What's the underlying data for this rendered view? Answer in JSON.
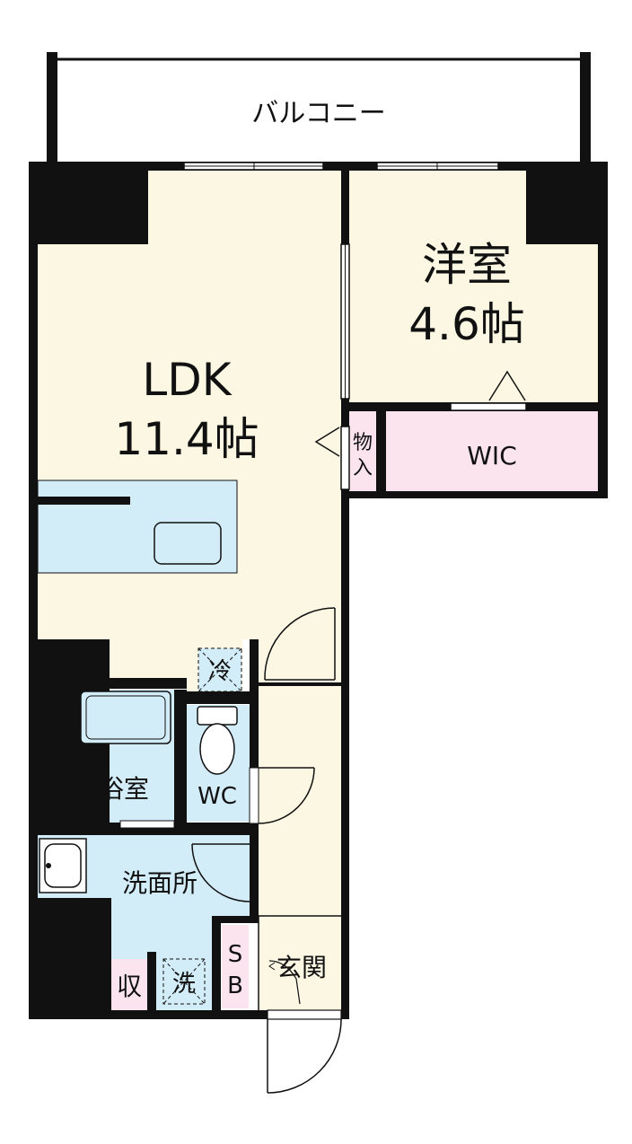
{
  "balcony": {
    "label": "バルコニー"
  },
  "rooms": {
    "ldk": {
      "name": "LDK",
      "size": "11.4帖"
    },
    "western": {
      "name": "洋室",
      "size": "4.6帖"
    },
    "wic": {
      "label": "WIC"
    },
    "storage": {
      "label_top": "物",
      "label_bottom": "入"
    },
    "fridge": {
      "label": "冷"
    },
    "bath": {
      "label": "浴室"
    },
    "toilet": {
      "label": "WC"
    },
    "washroom": {
      "label": "洗面所"
    },
    "entrance": {
      "label": "玄関"
    },
    "shoebox": {
      "label_top": "S",
      "label_bottom": "B"
    },
    "closet": {
      "label": "収"
    },
    "washer": {
      "label": "洗"
    }
  },
  "colors": {
    "wall": "#111111",
    "room_beige": "#fcf7e3",
    "wet_blue": "#d2ecf8",
    "pink": "#fbe4ee"
  }
}
